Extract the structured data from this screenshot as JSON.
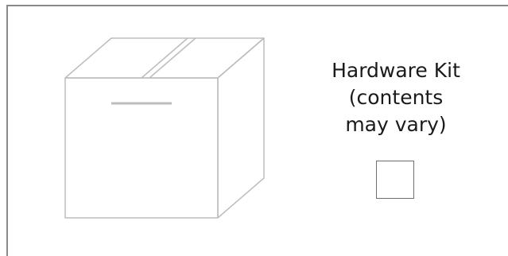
{
  "item": {
    "label_lines": [
      "Hardware Kit",
      "(contents",
      "may vary)"
    ],
    "checked": false,
    "icon": "cardboard-box-icon",
    "line_color": "#bdbdbd",
    "frame_color": "#8a8a8a"
  }
}
